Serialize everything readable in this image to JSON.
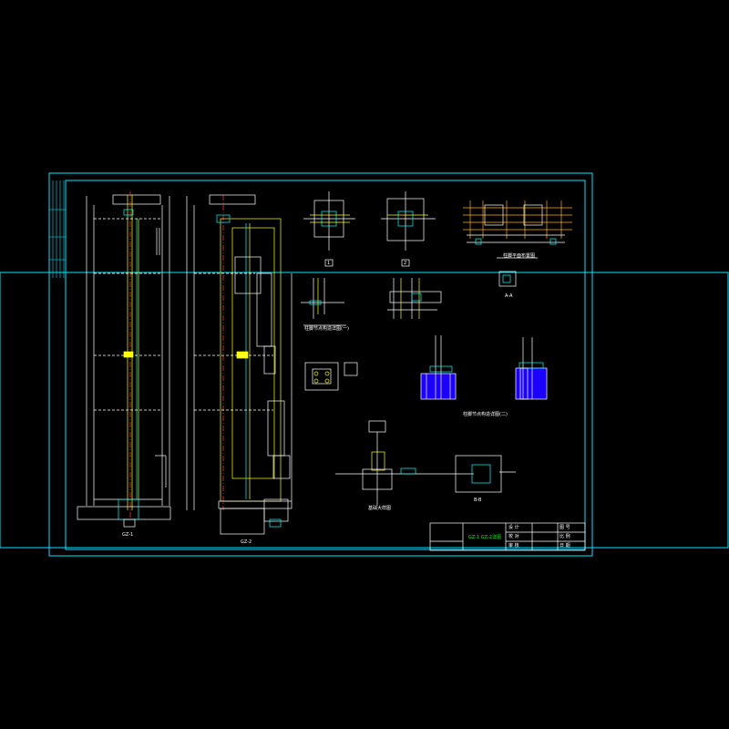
{
  "drawing": {
    "background": "#000000",
    "colors": {
      "frame": "#00e5ff",
      "line": "#ffffff",
      "accent_yellow": "#ffff00",
      "accent_cyan": "#00ffff",
      "accent_green": "#00ff00",
      "fill_blue": "#1a00ff",
      "hatch_orange": "#ffb000",
      "steel_plate": "#ffff00"
    },
    "sections": {
      "left_elevation": "GZ-1",
      "middle_elevation": "GZ-2",
      "detail_1": "1",
      "detail_2": "2",
      "detail_a": "A-A",
      "detail_b": "B-B"
    },
    "captions": {
      "grid_plan": "柱脚平面布置图",
      "base_detail_1": "柱脚节点构造详图(一)",
      "base_detail_2": "柱脚节点构造详图(二)",
      "footing": "基础大样图"
    },
    "title_block": {
      "title": "GZ-1 GZ-2详图",
      "rows_left": [
        "设 计",
        "校 对",
        "审 核"
      ],
      "rows_right": [
        "图 号",
        "比 例",
        "日 期"
      ]
    }
  }
}
